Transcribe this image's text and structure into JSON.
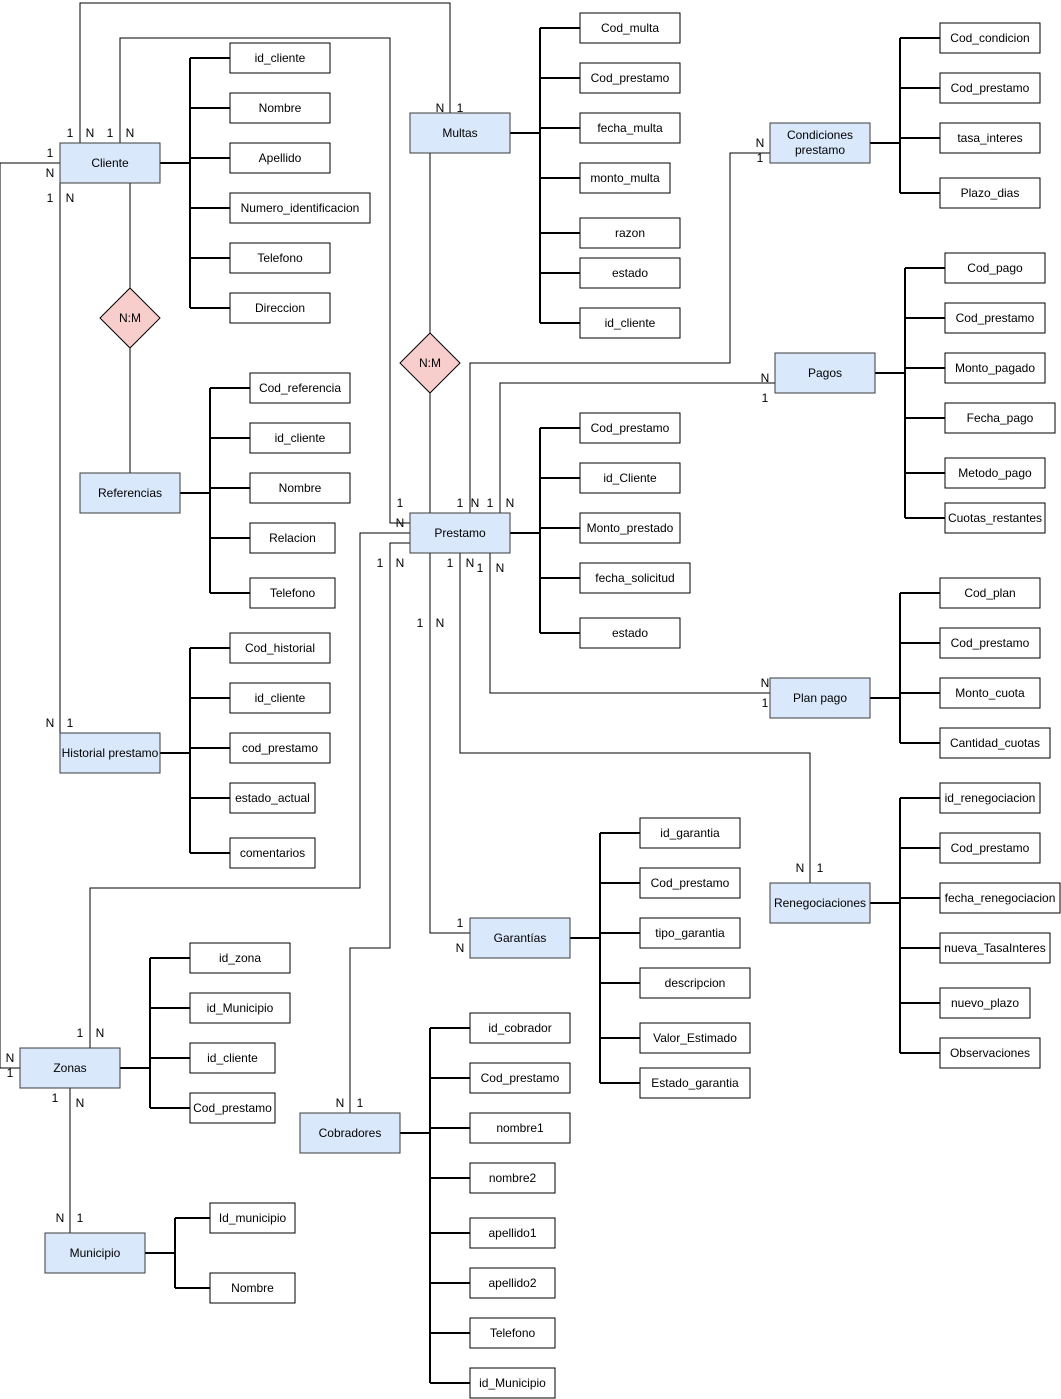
{
  "entities": [
    {
      "id": "cliente",
      "label": "Cliente"
    },
    {
      "id": "multas",
      "label": "Multas"
    },
    {
      "id": "condiciones",
      "label": "Condiciones prestamo"
    },
    {
      "id": "referencias",
      "label": "Referencias"
    },
    {
      "id": "pagos",
      "label": "Pagos"
    },
    {
      "id": "prestamo",
      "label": "Prestamo"
    },
    {
      "id": "plan",
      "label": "Plan pago"
    },
    {
      "id": "historial",
      "label": "Historial prestamo"
    },
    {
      "id": "renegociaciones",
      "label": "Renegociaciones"
    },
    {
      "id": "garantias",
      "label": "Garantías"
    },
    {
      "id": "zonas",
      "label": "Zonas"
    },
    {
      "id": "cobradores",
      "label": "Cobradores"
    },
    {
      "id": "municipio",
      "label": "Municipio"
    }
  ],
  "attributes": {
    "cliente": [
      "id_cliente",
      "Nombre",
      "Apellido",
      "Numero_identificacion",
      "Telefono",
      "Direccion"
    ],
    "multas": [
      "Cod_multa",
      "Cod_prestamo",
      "fecha_multa",
      "monto_multa",
      "razon",
      "estado",
      "id_cliente"
    ],
    "condiciones": [
      "Cod_condicion",
      "Cod_prestamo",
      "tasa_interes",
      "Plazo_dias"
    ],
    "referencias": [
      "Cod_referencia",
      "id_cliente",
      "Nombre",
      "Relacion",
      "Telefono"
    ],
    "pagos": [
      "Cod_pago",
      "Cod_prestamo",
      "Monto_pagado",
      "Fecha_pago",
      "Metodo_pago",
      "Cuotas_restantes"
    ],
    "prestamo": [
      "Cod_prestamo",
      "id_Cliente",
      "Monto_prestado",
      "fecha_solicitud",
      "estado"
    ],
    "plan": [
      "Cod_plan",
      "Cod_prestamo",
      "Monto_cuota",
      "Cantidad_cuotas"
    ],
    "historial": [
      "Cod_historial",
      "id_cliente",
      "cod_prestamo",
      "estado_actual",
      "comentarios"
    ],
    "renegociaciones": [
      "id_renegociacion",
      "Cod_prestamo",
      "fecha_renegociacion",
      "nueva_TasaInteres",
      "nuevo_plazo",
      "Observaciones"
    ],
    "garantias": [
      "id_garantia",
      "Cod_prestamo",
      "tipo_garantia",
      "descripcion",
      "Valor_Estimado",
      "Estado_garantia"
    ],
    "zonas": [
      "id_zona",
      "id_Municipio",
      "id_cliente",
      "Cod_prestamo"
    ],
    "cobradores": [
      "id_cobrador",
      "Cod_prestamo",
      "nombre1",
      "nombre2",
      "apellido1",
      "apellido2",
      "Telefono",
      "id_Municipio"
    ],
    "municipio": [
      "Id_municipio",
      "Nombre"
    ]
  },
  "relationships": [
    {
      "id": "nm1",
      "label": "N:M"
    },
    {
      "id": "nm2",
      "label": "N:M"
    }
  ],
  "cardinalities": [
    "1",
    "N",
    "1",
    "N",
    "1",
    "N",
    "1",
    "N",
    "N",
    "1",
    "N",
    "1",
    "N",
    "1",
    "1",
    "N",
    "1",
    "N",
    "1",
    "N",
    "1",
    "N",
    "1",
    "N",
    "1",
    "N",
    "1",
    "N",
    "N",
    "1",
    "N",
    "1",
    "N",
    "1",
    "1",
    "N",
    "1",
    "N",
    "N",
    "1",
    "1",
    "N",
    "N",
    "1"
  ]
}
